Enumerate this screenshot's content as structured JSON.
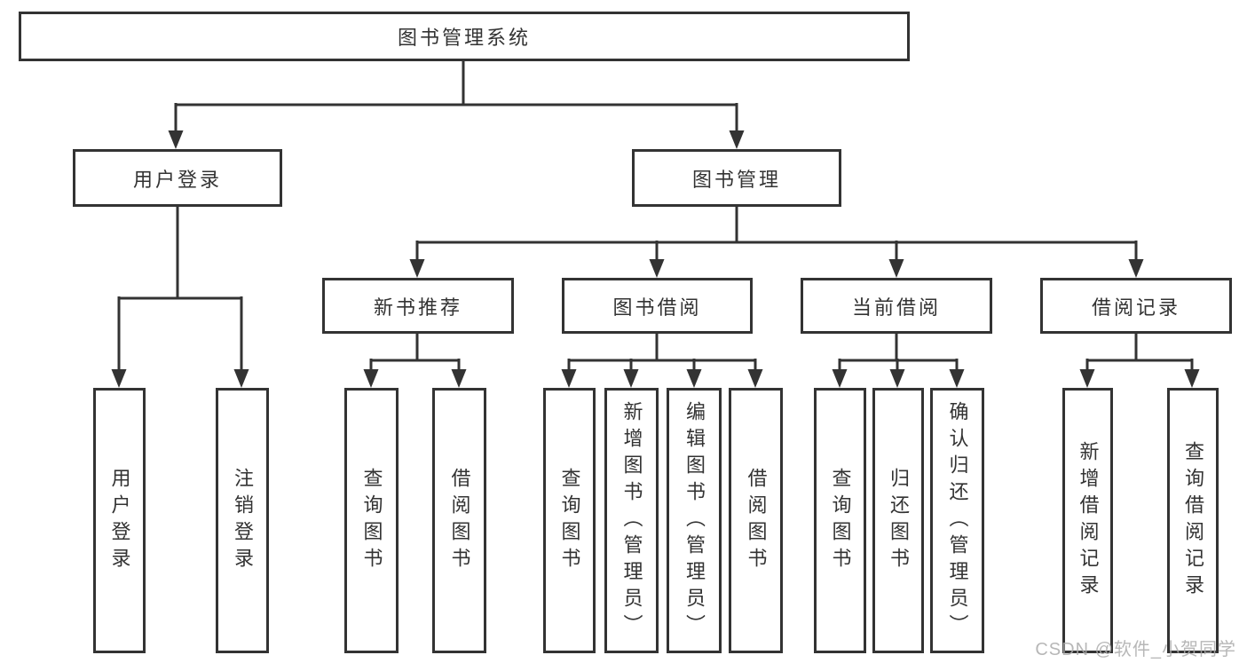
{
  "diagram": {
    "title": "图书管理系统",
    "type": "functional-structure-tree",
    "colors": {
      "line": "#333333",
      "text": "#333333",
      "box_background": "#ffffff",
      "page_background": "#ffffff",
      "watermark": "#ababab"
    },
    "nodes": {
      "root": "图书管理系统",
      "user_login": "用户登录",
      "book_mgmt": "图书管理",
      "new_book_rec": "新书推荐",
      "book_borrow": "图书借阅",
      "current_borrow": "当前借阅",
      "borrow_records": "借阅记录",
      "leaves": {
        "user_login": [
          "用户登录",
          "注销登录"
        ],
        "new_book_rec": [
          "查询图书",
          "借阅图书"
        ],
        "book_borrow": [
          "查询图书",
          "新增图书（管理员）",
          "编辑图书（管理员）",
          "借阅图书"
        ],
        "current_borrow": [
          "查询图书",
          "归还图书",
          "确认归还（管理员）"
        ],
        "borrow_records": [
          "新增借阅记录",
          "查询借阅记录"
        ]
      }
    },
    "watermark": "CSDN @软件_小贺同学"
  }
}
